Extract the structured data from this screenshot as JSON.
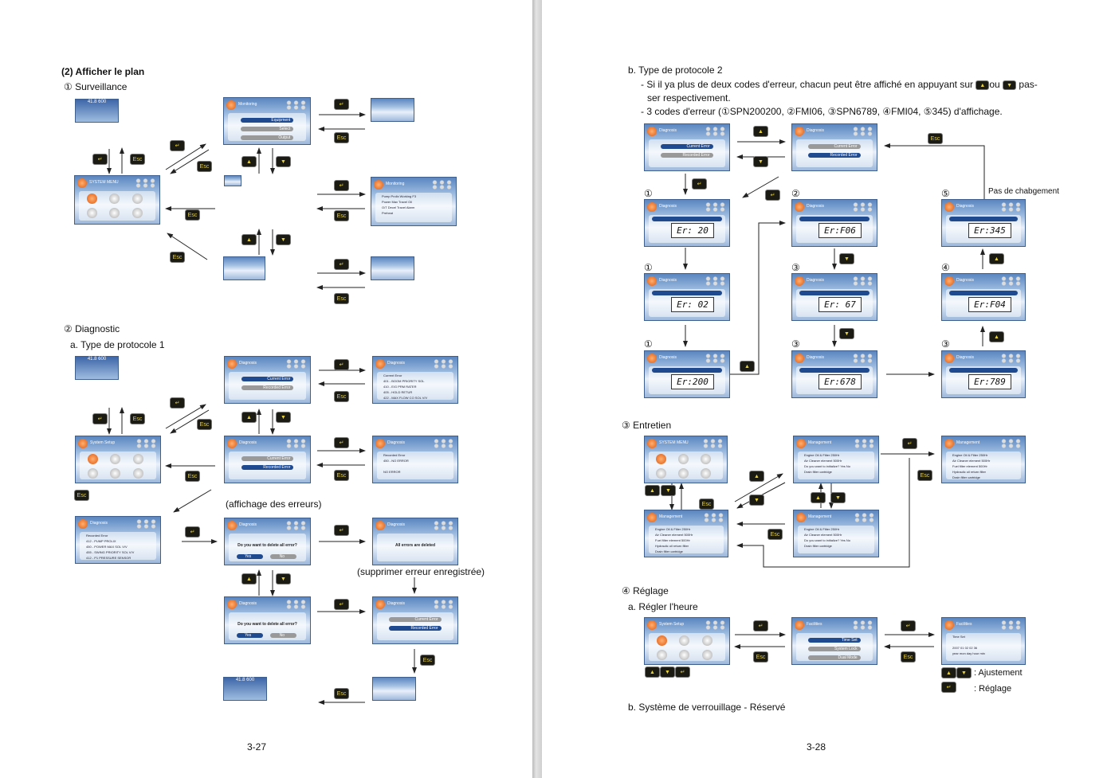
{
  "left": {
    "heading": "(2) Afficher le plan",
    "s1": "① Surveillance",
    "s2": "② Diagnostic",
    "s2a": "a.  Type de protocole 1",
    "note1": "(affichage des erreurs)",
    "note2": "(supprimer erreur enregistrée)",
    "page_number": "3-27"
  },
  "right": {
    "b_title": "b.  Type de protocole 2",
    "b_line1": "- Si il ya plus de deux codes d'erreur, chacun peut être affiché en appuyant sur",
    "b_or": "ou",
    "b_line1_end": "pas-",
    "b_line2": "ser respectivement.",
    "b_line3": "- 3 codes d'erreur (①SPN200200, ②FMI06, ③SPN6789, ④FMI04, ⑤345) d'affichage.",
    "no_change": "Pas de chabgement",
    "s3": "③ Entretien",
    "s4": "④ Réglage",
    "s4a": "a.  Régler l'heure",
    "s4b": "b.  Système de verrouillage - Réservé",
    "adjust": ": Ajustement",
    "set": ": Réglage",
    "page_number": "3-28",
    "markers": [
      "①",
      "②",
      "⑤",
      "①",
      "③",
      "④",
      "①",
      "③",
      "③"
    ]
  },
  "keys": {
    "enter": "↵",
    "esc": "Esc",
    "up": "▲",
    "down": "▼"
  },
  "gauge": {
    "left": "41.8",
    "right": "600"
  },
  "screens": [
    {
      "type": "menu",
      "title": "Monitoring",
      "bars": [
        "Equipment",
        "Select",
        "Output"
      ],
      "on": 0
    },
    {
      "type": "sys",
      "title": "SYSTEM MENU"
    },
    {
      "type": "list",
      "title": "Monitoring",
      "rows": [
        "Pump Prolix   Working F3",
        "Power Max   Travel Oil",
        "O/T Decel   Travel Alarm",
        "Preheat"
      ]
    },
    {
      "type": "menu",
      "title": "Diagnosis",
      "bars": [
        "Current Error",
        "Recorded Error"
      ],
      "on": 0
    },
    {
      "type": "list",
      "title": "Diagnosis",
      "rows": [
        "Current Error",
        "401 - BOOM PRIORITY SOL",
        "410 - E/G PRM RATER",
        "405 - HOLD RETUR",
        "422 - MAX FLOW CO SOL V/V"
      ]
    },
    {
      "type": "sys",
      "title": "System Setup"
    },
    {
      "type": "menu",
      "title": "Diagnosis",
      "bars": [
        "Current Error",
        "Recorded Error"
      ],
      "on": 1
    },
    {
      "type": "list",
      "title": "Diagnosis",
      "rows": [
        "Recorded Error",
        "450 - NO ERROR",
        "",
        "NO ERROR"
      ]
    },
    {
      "type": "list",
      "title": "Diagnosis",
      "rows": [
        "Recorded Error",
        "412 - PUMP PROLIX",
        "450 - POWER MAX SOL V/V",
        "455 - SWING PRIORITY SOL V/V",
        "412 - P1 PRESSURE SENSOR"
      ]
    },
    {
      "type": "msg",
      "title": "Diagnosis",
      "msg": "Do you want to delete all error?",
      "btns": [
        "Yes",
        "No"
      ]
    },
    {
      "type": "msg",
      "title": "Diagnosis",
      "msg": "All errors are deleted",
      "btns": []
    },
    {
      "type": "msg",
      "title": "Diagnosis",
      "msg": "Do you want to delete all error?",
      "btns": [
        "Yes",
        "No"
      ]
    },
    {
      "type": "menu",
      "title": "Diagnosis",
      "bars": [
        "Current Error",
        "Recorded Error"
      ],
      "on": 1
    },
    {
      "type": "menu",
      "title": "Diagnosis",
      "bars": [
        "Current Error",
        "Recorded Error"
      ],
      "on": 0
    },
    {
      "type": "menu",
      "title": "Diagnosis",
      "bars": [
        "Current Error",
        "Recorded Error"
      ],
      "on": 1
    },
    {
      "type": "err",
      "title": "Diagnosis",
      "code": "Er: 20"
    },
    {
      "type": "err",
      "title": "Diagnosis",
      "code": "Er:F06"
    },
    {
      "type": "err",
      "title": "Diagnosis",
      "code": "Er:345"
    },
    {
      "type": "err",
      "title": "Diagnosis",
      "code": "Er: 02"
    },
    {
      "type": "err",
      "title": "Diagnosis",
      "code": "Er: 67"
    },
    {
      "type": "err",
      "title": "Diagnosis",
      "code": "Er:F04"
    },
    {
      "type": "err",
      "title": "Diagnosis",
      "code": "Er:200"
    },
    {
      "type": "err",
      "title": "Diagnosis",
      "code": "Er:678"
    },
    {
      "type": "err",
      "title": "Diagnosis",
      "code": "Er:789"
    },
    {
      "type": "sys",
      "title": "SYSTEM MENU"
    },
    {
      "type": "list",
      "title": "Management",
      "rows": [
        "Engine Oil & Filter 250Hr",
        "Air Cleaner element 500Hr",
        "Do you want to initialize?  Yes  No",
        "Drain filter cartridge"
      ]
    },
    {
      "type": "list",
      "title": "Management",
      "rows": [
        "Engine Oil & Filter 250Hr",
        "Air Cleaner element 500Hr",
        "Fuel filter element 500Hr",
        "Hydraulic oil return filter",
        "Drain filter cartridge"
      ]
    },
    {
      "type": "list",
      "title": "Management",
      "rows": [
        "Engine Oil & Filter 250Hr",
        "Air Cleaner element 500Hr",
        "Fuel filter element 500Hr",
        "Hydraulic oil return filter",
        "Drain filter cartridge"
      ]
    },
    {
      "type": "list",
      "title": "Management",
      "rows": [
        "Engine Oil & Filter 250Hr",
        "Air Cleaner element 500Hr",
        "Do you want to initialize?  Yes  No",
        "Drain filter cartridge"
      ]
    },
    {
      "type": "sys",
      "title": "System Setup"
    },
    {
      "type": "menu",
      "title": "Facilities",
      "bars": [
        "Time Set",
        "System Lock",
        "Dual Mode"
      ],
      "on": 0
    },
    {
      "type": "list",
      "title": "Facilities",
      "rows": [
        "Time Set",
        "",
        "2007  01  02  02  36",
        "year  mon  day  hour  min"
      ]
    }
  ]
}
